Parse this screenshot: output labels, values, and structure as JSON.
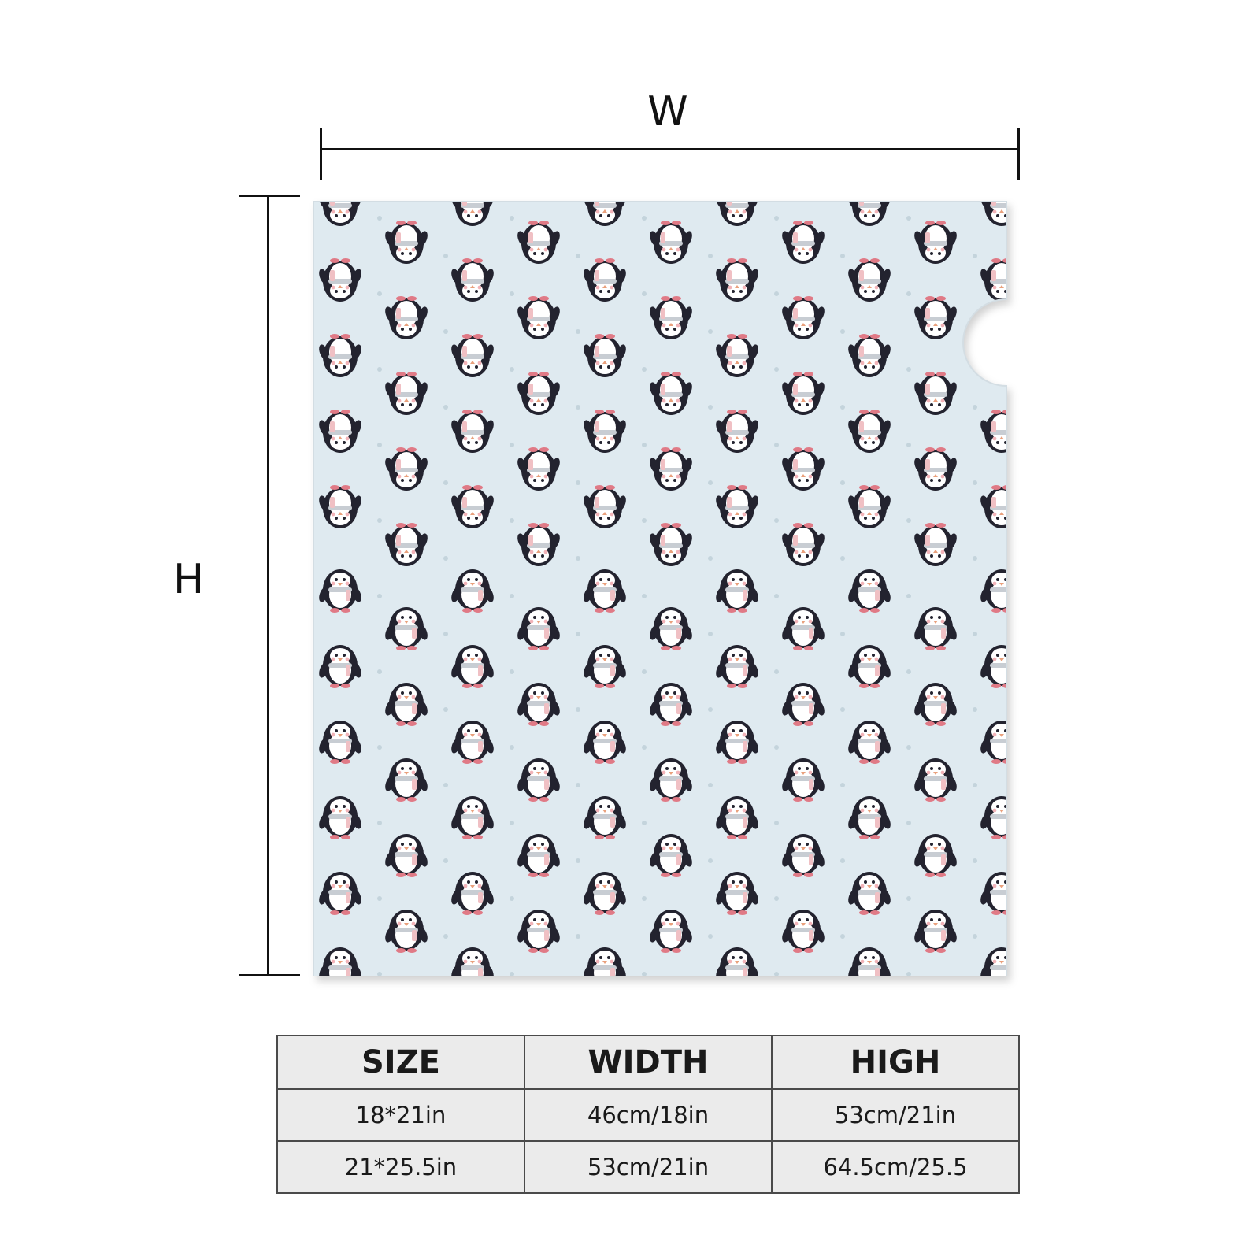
{
  "dimensions": {
    "width_label": "W",
    "height_label": "H"
  },
  "product": {
    "pattern_icon": "penguin-icon",
    "background_color": "#dfeaf0"
  },
  "size_table": {
    "headers": [
      "SIZE",
      "WIDTH",
      "HIGH"
    ],
    "rows": [
      [
        "18*21in",
        "46cm/18in",
        "53cm/21in"
      ],
      [
        "21*25.5in",
        "53cm/21in",
        "64.5cm/25.5"
      ]
    ]
  }
}
